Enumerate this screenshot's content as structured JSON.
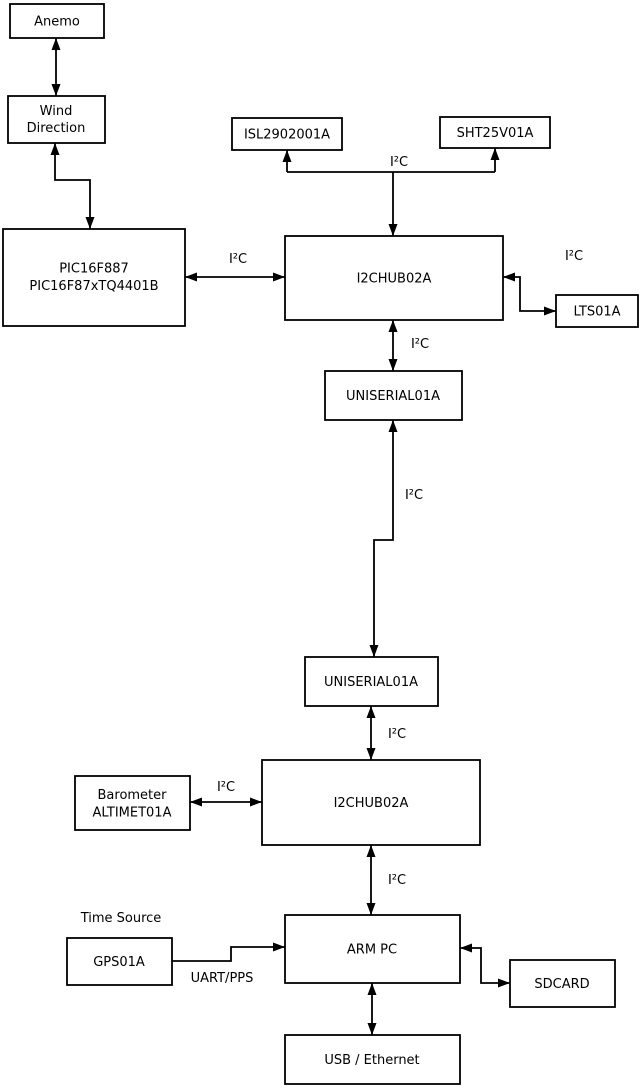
{
  "diagram": {
    "colors": {
      "stroke": "#000000",
      "background": "#ffffff",
      "box_fill": "#ffffff"
    },
    "nodes": {
      "anemo": {
        "label": "Anemo"
      },
      "wind_direction": {
        "line1": "Wind",
        "line2": "Direction"
      },
      "pic": {
        "line1": "PIC16F887",
        "line2": "PIC16F87xTQ4401B"
      },
      "isl": {
        "label": "ISL2902001A"
      },
      "sht": {
        "label": "SHT25V01A"
      },
      "hub_top": {
        "label": "I2CHUB02A"
      },
      "lts": {
        "label": "LTS01A"
      },
      "uniserial_top": {
        "label": "UNISERIAL01A"
      },
      "uniserial_bottom": {
        "label": "UNISERIAL01A"
      },
      "hub_bottom": {
        "label": "I2CHUB02A"
      },
      "barometer": {
        "line1": "Barometer",
        "line2": "ALTIMET01A"
      },
      "gps": {
        "label": "GPS01A"
      },
      "arm_pc": {
        "label": "ARM PC"
      },
      "sdcard": {
        "label": "SDCARD"
      },
      "usb_ethernet": {
        "label": "USB / Ethernet"
      }
    },
    "edge_labels": {
      "i2c_pic_hub": "I²C",
      "i2c_sensors": "I²C",
      "i2c_lts": "I²C",
      "i2c_hub_uniserial": "I²C",
      "i2c_long_link": "I²C",
      "i2c_uniserial_hub2": "I²C",
      "i2c_barometer": "I²C",
      "i2c_hub2_armpc": "I²C",
      "uart_pps": "UART/PPS",
      "time_source": "Time Source"
    }
  }
}
